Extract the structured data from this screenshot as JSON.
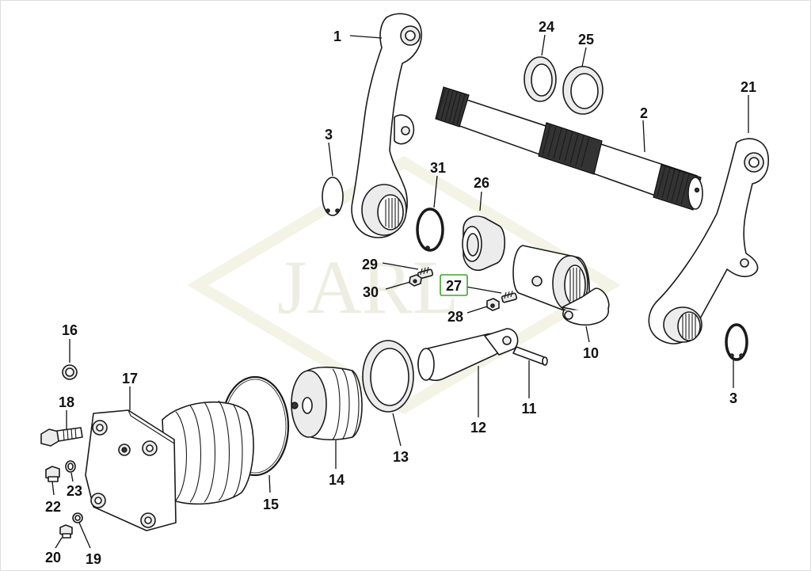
{
  "watermark": "JARL",
  "callouts": {
    "c1": "1",
    "c2": "2",
    "c3a": "3",
    "c3b": "3",
    "c10": "10",
    "c11": "11",
    "c12": "12",
    "c13": "13",
    "c14": "14",
    "c15": "15",
    "c16": "16",
    "c17": "17",
    "c18": "18",
    "c19": "19",
    "c20": "20",
    "c21": "21",
    "c22": "22",
    "c23": "23",
    "c24": "24",
    "c25": "25",
    "c26": "26",
    "c27": "27",
    "c28": "28",
    "c29": "29",
    "c30": "30",
    "c31": "31"
  },
  "highlight_color": "#3aa52e"
}
